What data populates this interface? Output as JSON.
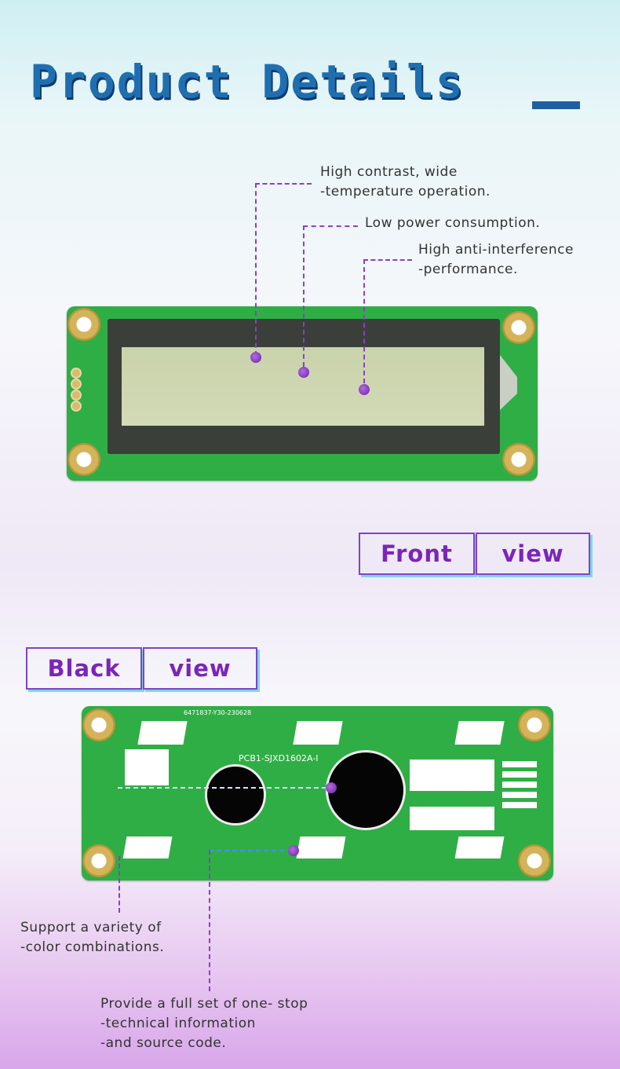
{
  "header": {
    "title": "Product Details"
  },
  "front": {
    "callouts": [
      {
        "line1": "High contrast, wide",
        "line2": "-temperature operation."
      },
      {
        "line1": "Low power consumption."
      },
      {
        "line1": "High anti-interference",
        "line2": "-performance."
      }
    ],
    "tag": {
      "word1": "Front",
      "word2": "view"
    }
  },
  "back": {
    "tag": {
      "word1": "Black",
      "word2": "view"
    },
    "pcb_label": "PCB1-SJXD1602A-I",
    "pcb_code": "6471837-Y30-230628",
    "callouts": [
      {
        "line1": "Support a variety of",
        "line2": "-color combinations."
      },
      {
        "line1": "Provide a full set of one- stop",
        "line2": "-technical information",
        "line3": "-and source code."
      }
    ]
  },
  "colors": {
    "accent": "#7b25b8",
    "title": "#1f6fb0",
    "pcb": "#2fae45"
  }
}
